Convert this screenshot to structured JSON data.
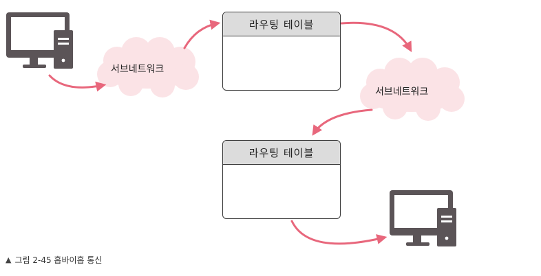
{
  "routing_table_1": {
    "title": "라우팅 테이블"
  },
  "routing_table_2": {
    "title": "라우팅 테이블"
  },
  "subnet_1": {
    "label": "서브네트워크"
  },
  "subnet_2": {
    "label": "서브네트워크"
  },
  "caption": {
    "marker": "▲",
    "text": "그림 2-45 홉바이홉 통신"
  },
  "colors": {
    "arrow": "#e8677c",
    "cloud": "#fbe3e6",
    "computer": "#5b5457",
    "table_header": "#dcdcdc"
  }
}
